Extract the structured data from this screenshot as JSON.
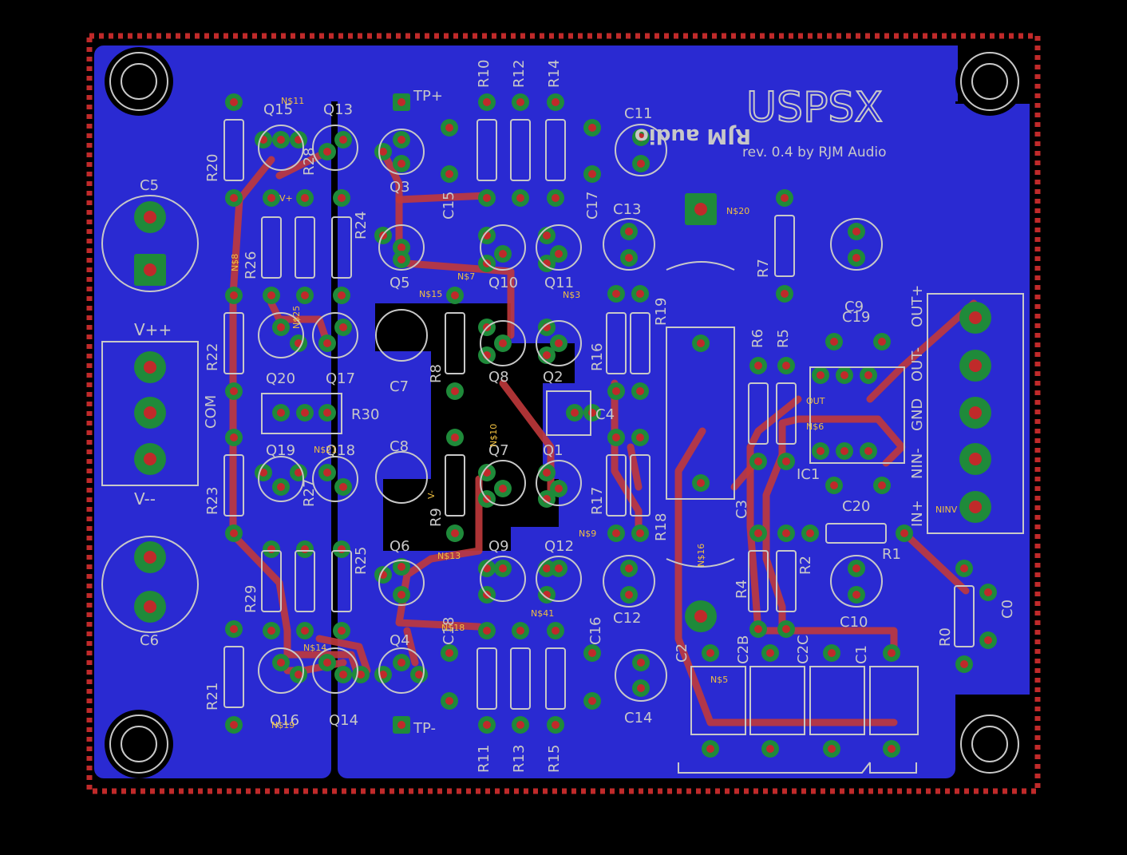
{
  "board": {
    "title": "USPSX",
    "subtitle_mirrored": "RJM audio",
    "revision": "rev. 0.4 by RJM Audio",
    "colors": {
      "background": "#000000",
      "copper_pour": "#2a2ad2",
      "top_trace": "#c0393b",
      "pad": "#1f8a3a",
      "drill": "#c02a2a",
      "silkscreen": "#c8c8c8",
      "outline": "#c02a2a"
    }
  },
  "connectors": {
    "power": {
      "top_label": "V++",
      "middle_label": "COM",
      "bottom_label": "V--"
    },
    "output": {
      "labels": [
        "OUT+",
        "OUT-",
        "GND",
        "NIN-",
        "IN+"
      ]
    },
    "test_points": [
      "TP+",
      "TP-"
    ]
  },
  "components": [
    {
      "ref": "C5"
    },
    {
      "ref": "C6"
    },
    {
      "ref": "C7"
    },
    {
      "ref": "C8"
    },
    {
      "ref": "C9"
    },
    {
      "ref": "C10"
    },
    {
      "ref": "C11"
    },
    {
      "ref": "C12"
    },
    {
      "ref": "C13"
    },
    {
      "ref": "C14"
    },
    {
      "ref": "C15"
    },
    {
      "ref": "C16"
    },
    {
      "ref": "C17"
    },
    {
      "ref": "C18"
    },
    {
      "ref": "C19"
    },
    {
      "ref": "C20"
    },
    {
      "ref": "C0"
    },
    {
      "ref": "C1"
    },
    {
      "ref": "C2"
    },
    {
      "ref": "C2B"
    },
    {
      "ref": "C2C"
    },
    {
      "ref": "C3"
    },
    {
      "ref": "C4"
    },
    {
      "ref": "R0"
    },
    {
      "ref": "R1"
    },
    {
      "ref": "R2"
    },
    {
      "ref": "R4"
    },
    {
      "ref": "R5"
    },
    {
      "ref": "R6"
    },
    {
      "ref": "R7"
    },
    {
      "ref": "R8"
    },
    {
      "ref": "R9"
    },
    {
      "ref": "R10"
    },
    {
      "ref": "R11"
    },
    {
      "ref": "R12"
    },
    {
      "ref": "R13"
    },
    {
      "ref": "R14"
    },
    {
      "ref": "R15"
    },
    {
      "ref": "R16"
    },
    {
      "ref": "R17"
    },
    {
      "ref": "R18"
    },
    {
      "ref": "R19"
    },
    {
      "ref": "R20"
    },
    {
      "ref": "R21"
    },
    {
      "ref": "R22"
    },
    {
      "ref": "R23"
    },
    {
      "ref": "R24"
    },
    {
      "ref": "R25"
    },
    {
      "ref": "R26"
    },
    {
      "ref": "R27"
    },
    {
      "ref": "R28"
    },
    {
      "ref": "R29"
    },
    {
      "ref": "R30"
    },
    {
      "ref": "Q1"
    },
    {
      "ref": "Q2"
    },
    {
      "ref": "Q3"
    },
    {
      "ref": "Q4"
    },
    {
      "ref": "Q5"
    },
    {
      "ref": "Q6"
    },
    {
      "ref": "Q7"
    },
    {
      "ref": "Q8"
    },
    {
      "ref": "Q9"
    },
    {
      "ref": "Q10"
    },
    {
      "ref": "Q11"
    },
    {
      "ref": "Q12"
    },
    {
      "ref": "Q13"
    },
    {
      "ref": "Q14"
    },
    {
      "ref": "Q15"
    },
    {
      "ref": "Q16"
    },
    {
      "ref": "Q17"
    },
    {
      "ref": "Q18"
    },
    {
      "ref": "Q19"
    },
    {
      "ref": "Q20"
    },
    {
      "ref": "IC1"
    }
  ],
  "nets": [
    "N$3",
    "N$5",
    "N$6",
    "N$7",
    "N$8",
    "N$9",
    "N$10",
    "N$11",
    "N$13",
    "N$14",
    "N$15",
    "N$16",
    "N$18",
    "N$19",
    "N$20",
    "N$21",
    "N$25",
    "N$41",
    "V+",
    "V-",
    "OUT",
    "NINV"
  ]
}
